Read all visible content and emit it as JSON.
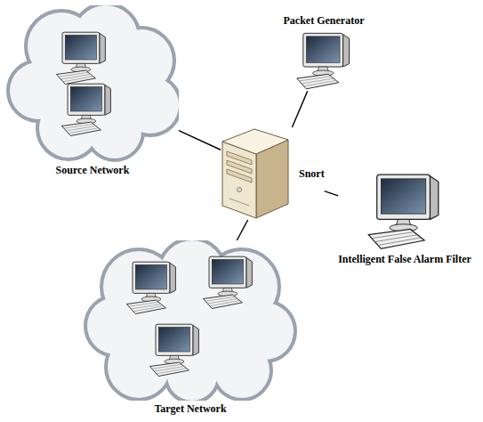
{
  "diagram": {
    "nodes": [
      {
        "text": [
          "Source Network"
        ]
      },
      {
        "text": [
          "Packet Generator"
        ]
      },
      {
        "text": [
          "Snort"
        ]
      },
      {
        "text": [
          "Intelligent False Alarm Filter"
        ]
      },
      {
        "text": [
          "Target Network"
        ]
      }
    ],
    "edges": [
      {
        "from": 2,
        "to": 0,
        "arrow": "none"
      },
      {
        "from": 2,
        "to": 1,
        "arrow": "none"
      },
      {
        "from": 2,
        "to": 3,
        "arrow": "none"
      },
      {
        "from": 2,
        "to": 4,
        "arrow": "none"
      }
    ]
  }
}
